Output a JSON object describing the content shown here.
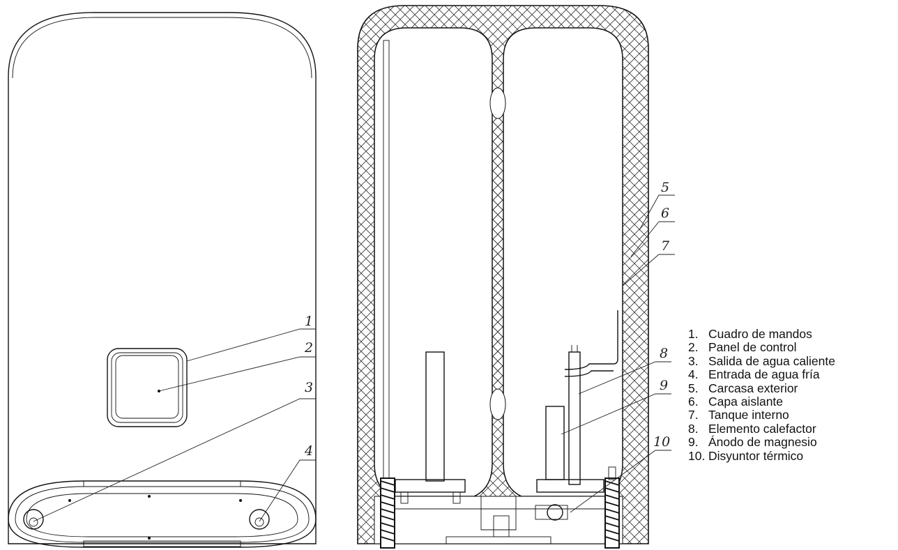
{
  "callouts": [
    "1",
    "2",
    "3",
    "4",
    "5",
    "6",
    "7",
    "8",
    "9",
    "10"
  ],
  "legend": [
    {
      "num": "1.",
      "label": "Cuadro de mandos"
    },
    {
      "num": "2.",
      "label": "Panel de control"
    },
    {
      "num": "3.",
      "label": "Salida de agua caliente"
    },
    {
      "num": "4.",
      "label": "Entrada de agua fría"
    },
    {
      "num": "5.",
      "label": "Carcasa exterior"
    },
    {
      "num": "6.",
      "label": "Capa aislante"
    },
    {
      "num": "7.",
      "label": "Tanque interno"
    },
    {
      "num": "8.",
      "label": "Elemento calefactor"
    },
    {
      "num": "9.",
      "label": "Ánodo de magnesio"
    },
    {
      "num": "10.",
      "label": "Disyuntor térmico"
    }
  ]
}
